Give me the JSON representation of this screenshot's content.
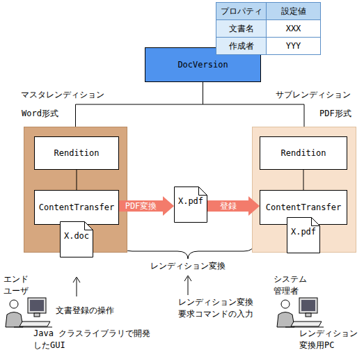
{
  "diagram": {
    "nodes": [
      {
        "text": [
          "DocVersion"
        ]
      },
      {
        "text": [
          "Word形式"
        ]
      },
      {
        "text": [
          "Rendition"
        ],
        "in": 1
      },
      {
        "text": [
          "ContentTransfer"
        ],
        "in": 1
      },
      {
        "text": [
          "X.doc"
        ]
      },
      {
        "text": [
          "X.pdf"
        ]
      },
      {
        "text": [
          "PDF形式"
        ]
      },
      {
        "text": [
          "Rendition"
        ],
        "in": 6
      },
      {
        "text": [
          "ContentTransfer"
        ],
        "in": 6
      },
      {
        "text": [
          "X.pdf"
        ]
      }
    ],
    "edges": [
      {
        "from": 0,
        "to": 1,
        "arrow": "none"
      },
      {
        "from": 0,
        "to": 6,
        "arrow": "none"
      },
      {
        "from": 2,
        "to": 3,
        "arrow": "none"
      },
      {
        "from": 7,
        "to": 8,
        "arrow": "none"
      },
      {
        "from": 3,
        "to": 5,
        "label": "PDF変換",
        "arrow": "to"
      },
      {
        "from": 5,
        "to": 8,
        "label": "登録",
        "arrow": "to"
      }
    ],
    "labels": [
      "プロパティ",
      "設定値",
      "文書名",
      "XXX",
      "作成者",
      "YYY",
      "マスタレンディション",
      "サブレンディション",
      "レンディション変換",
      "エンド ユーザ",
      "文書登録の操作",
      "Java クラスライブラリで開発 したGUI",
      "レンディション変換 要求コマンドの入力",
      "システム 管理者",
      "レンディション 変換用PC"
    ]
  }
}
